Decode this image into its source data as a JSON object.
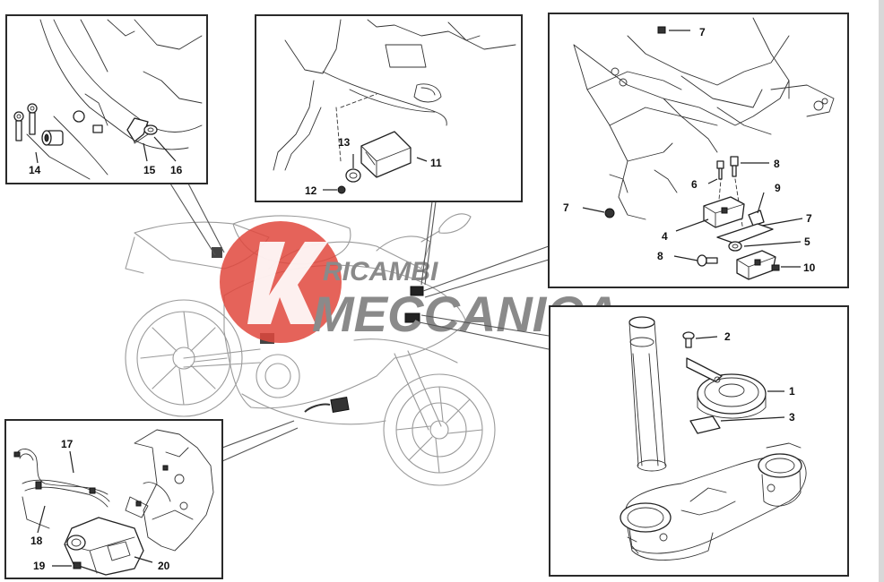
{
  "watermark": {
    "line1": "RICAMBI",
    "line2": "MECCANICA",
    "accent_color": "#e0483d",
    "text_color": "#8a8a8a"
  },
  "callouts": {
    "top_left": [
      "14",
      "15",
      "16"
    ],
    "top_center": [
      "11",
      "12",
      "13"
    ],
    "top_right": [
      "4",
      "5",
      "6",
      "7",
      "7",
      "7",
      "8",
      "8",
      "9",
      "10"
    ],
    "bottom_right": [
      "1",
      "2",
      "3"
    ],
    "bottom_left": [
      "17",
      "18",
      "19",
      "20"
    ]
  },
  "icons": [
    "motorcycle-outline",
    "ignition-key",
    "horn",
    "relay",
    "wiring-harness",
    "steering-yoke"
  ]
}
